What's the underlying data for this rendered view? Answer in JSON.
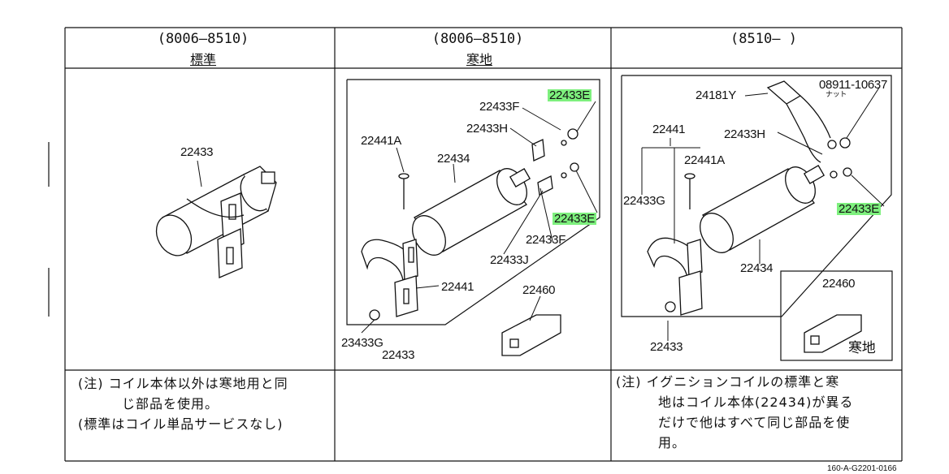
{
  "columns": [
    {
      "range": "(8006—8510)",
      "variant": "標準"
    },
    {
      "range": "(8006—8510)",
      "variant": "寒地"
    },
    {
      "range": "(8510—      )"
    }
  ],
  "parts": {
    "c1_coil": "22433",
    "c2_nut_e_top": "22433E",
    "c2_bracket_f_top": "22433F",
    "c2_bracket_h": "22433H",
    "c2_screw_a": "22441A",
    "c2_coil_body": "22434",
    "c2_nut_e_mid": "22433E",
    "c2_bracket_f_bot": "22433F",
    "c2_bracket_j": "22433J",
    "c2_clamp": "22441",
    "c2_resistor": "22460",
    "c2_nut_g": "23433G",
    "c2_assy": "22433",
    "c3_harness": "24181Y",
    "c3_nut_part": "08911-10637",
    "c3_nut_word": "ナット",
    "c3_clamp": "22441",
    "c3_bracket_h": "22433H",
    "c3_screw_a": "22441A",
    "c3_nut_g": "22433G",
    "c3_nut_e": "22433E",
    "c3_coil_body": "22434",
    "c3_resistor": "22460",
    "c3_resistor_variant": "寒地",
    "c3_assy": "22433"
  },
  "notes": {
    "col1": [
      "(注) コイル本体以外は寒地用と同",
      "じ部品を使用。",
      "(標準はコイル単品サービスなし)"
    ],
    "col3": [
      "(注) イグニションコイルの標準と寒",
      "地はコイル本体(22434)が異る",
      "だけで他はすべて同じ部品を使",
      "用。"
    ]
  },
  "footer": "160-A-G2201-0166",
  "colors": {
    "highlight": "#7ef07e",
    "ink": "#111111"
  }
}
